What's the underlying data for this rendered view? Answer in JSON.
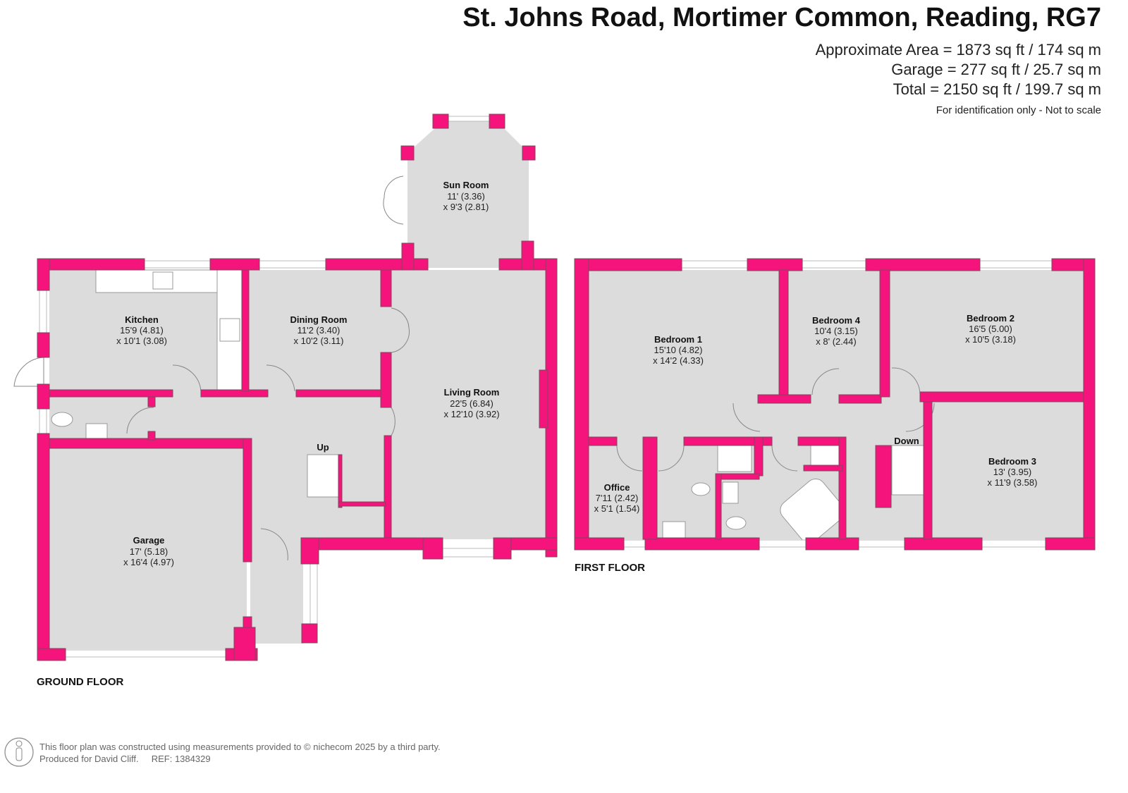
{
  "header": {
    "title": "St. Johns Road, Mortimer Common, Reading, RG7",
    "approx_area": "Approximate Area = 1873 sq ft / 174 sq m",
    "garage_area": "Garage = 277 sq ft / 25.7 sq m",
    "total_area": "Total = 2150 sq ft / 199.7 sq m",
    "note": "For identification only - Not to scale"
  },
  "ground_floor": {
    "label": "GROUND FLOOR",
    "stairs": "Up",
    "rooms": {
      "sun_room": {
        "name": "Sun Room",
        "dim1": "11' (3.36)",
        "dim2": "x 9'3 (2.81)"
      },
      "kitchen": {
        "name": "Kitchen",
        "dim1": "15'9 (4.81)",
        "dim2": "x 10'1 (3.08)"
      },
      "dining": {
        "name": "Dining Room",
        "dim1": "11'2 (3.40)",
        "dim2": "x 10'2 (3.11)"
      },
      "living": {
        "name": "Living Room",
        "dim1": "22'5 (6.84)",
        "dim2": "x 12'10 (3.92)"
      },
      "garage": {
        "name": "Garage",
        "dim1": "17' (5.18)",
        "dim2": "x 16'4 (4.97)"
      }
    }
  },
  "first_floor": {
    "label": "FIRST FLOOR",
    "stairs": "Down",
    "rooms": {
      "bedroom1": {
        "name": "Bedroom 1",
        "dim1": "15'10 (4.82)",
        "dim2": "x 14'2 (4.33)"
      },
      "bedroom4": {
        "name": "Bedroom 4",
        "dim1": "10'4 (3.15)",
        "dim2": "x 8' (2.44)"
      },
      "bedroom2": {
        "name": "Bedroom 2",
        "dim1": "16'5 (5.00)",
        "dim2": "x 10'5 (3.18)"
      },
      "bedroom3": {
        "name": "Bedroom 3",
        "dim1": "13' (3.95)",
        "dim2": "x 11'9 (3.58)"
      },
      "office": {
        "name": "Office",
        "dim1": "7'11 (2.42)",
        "dim2": "x 5'1 (1.54)"
      }
    }
  },
  "footer": {
    "line1": "This floor plan was constructed using measurements provided to © nichecom 2025 by a third party.",
    "line2": "Produced for David Cliff.     REF: 1384329"
  },
  "colors": {
    "wall": "#f5137c",
    "floor": "#dcdcdc"
  }
}
